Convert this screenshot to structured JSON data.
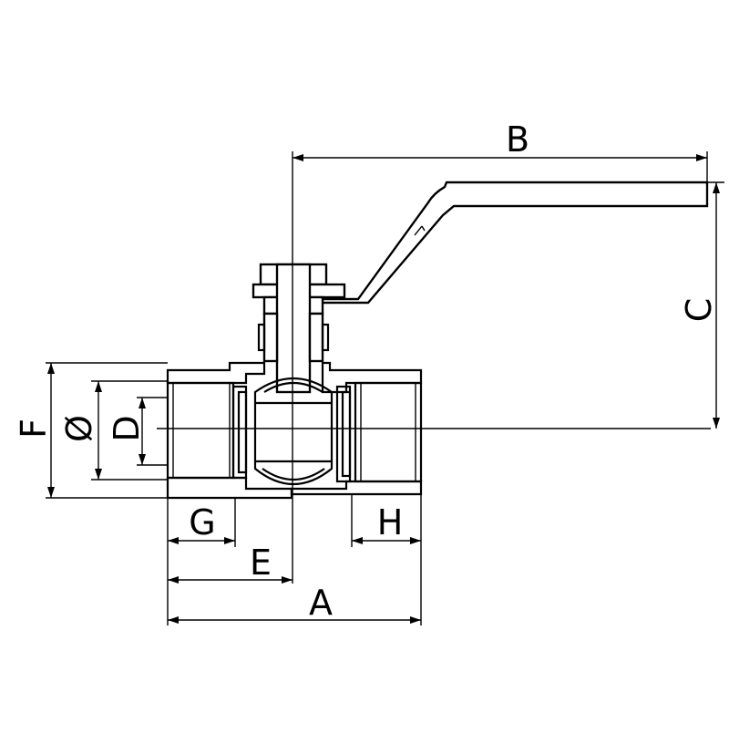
{
  "labels": {
    "A": "A",
    "B": "B",
    "C": "C",
    "D": "D",
    "E": "E",
    "F": "F",
    "G": "G",
    "H": "H",
    "diameter": "Ø"
  },
  "colors": {
    "line": "#000000",
    "background": "#ffffff"
  }
}
